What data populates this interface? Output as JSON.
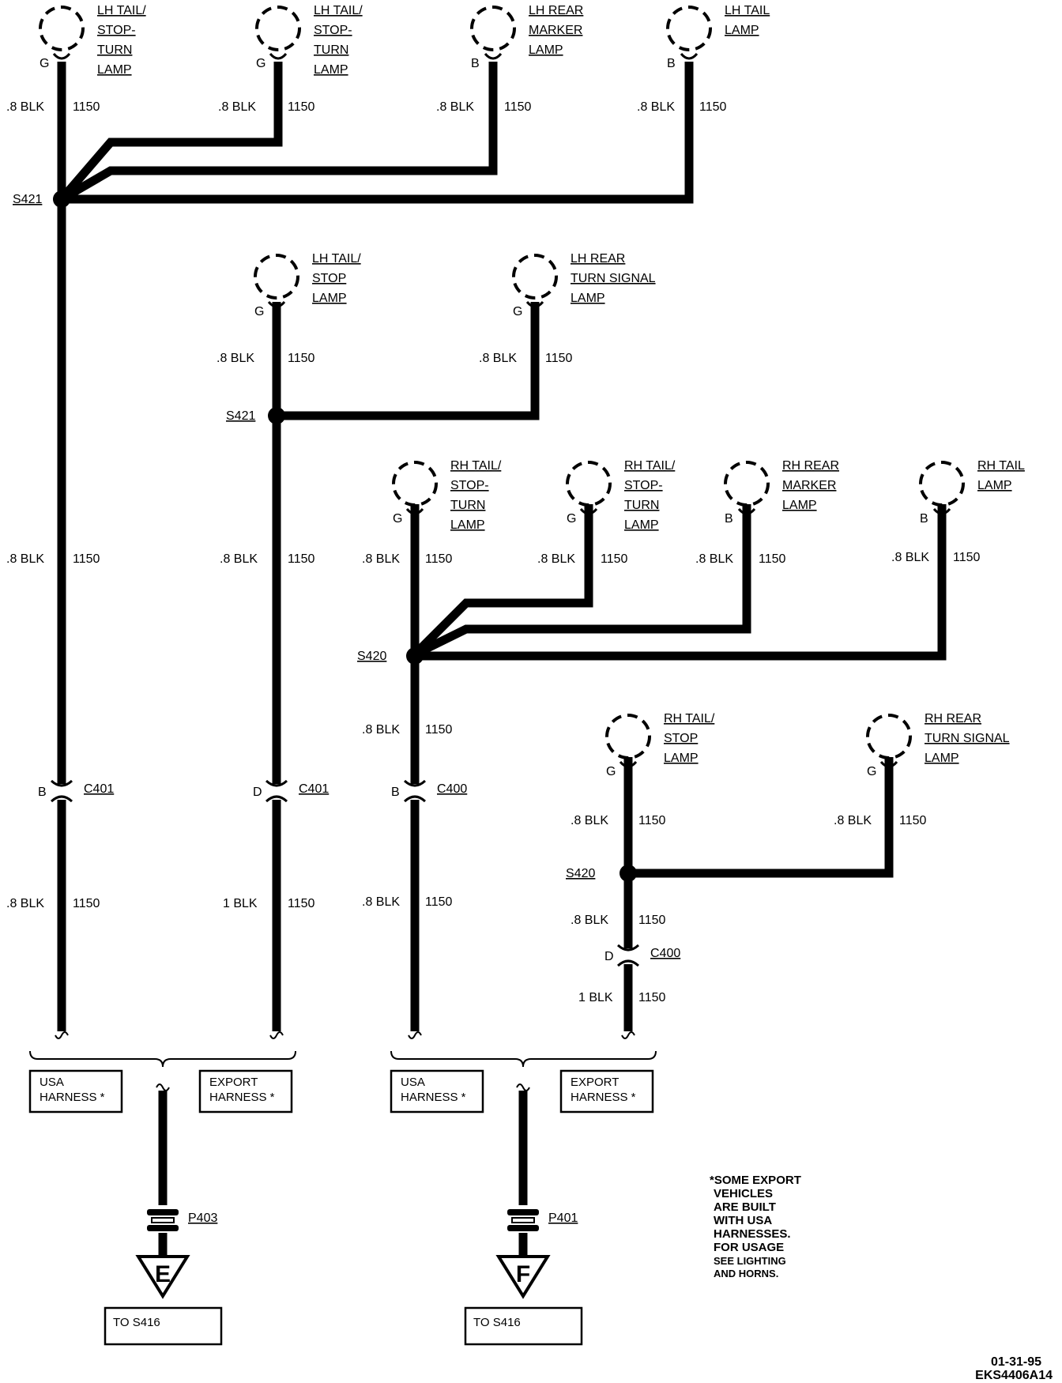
{
  "wire": {
    "gauge_08": ".8 BLK",
    "gauge_1": "1 BLK",
    "circuit": "1150"
  },
  "lamps": [
    {
      "id": "lh1",
      "label": [
        "LH TAIL/",
        "STOP-",
        "TURN",
        "LAMP"
      ],
      "pin": "G"
    },
    {
      "id": "lh2",
      "label": [
        "LH TAIL/",
        "STOP-",
        "TURN",
        "LAMP"
      ],
      "pin": "G"
    },
    {
      "id": "lh3",
      "label": [
        "LH REAR",
        "MARKER",
        "LAMP"
      ],
      "pin": "B"
    },
    {
      "id": "lh4",
      "label": [
        "LH TAIL",
        "LAMP"
      ],
      "pin": "B"
    },
    {
      "id": "lh5",
      "label": [
        "LH TAIL/",
        "STOP",
        "LAMP"
      ],
      "pin": "G"
    },
    {
      "id": "lh6",
      "label": [
        "LH REAR",
        "TURN SIGNAL",
        "LAMP"
      ],
      "pin": "G"
    },
    {
      "id": "rh1",
      "label": [
        "RH TAIL/",
        "STOP-",
        "TURN",
        "LAMP"
      ],
      "pin": "G"
    },
    {
      "id": "rh2",
      "label": [
        "RH TAIL/",
        "STOP-",
        "TURN",
        "LAMP"
      ],
      "pin": "G"
    },
    {
      "id": "rh3",
      "label": [
        "RH REAR",
        "MARKER",
        "LAMP"
      ],
      "pin": "B"
    },
    {
      "id": "rh4",
      "label": [
        "RH TAIL",
        "LAMP"
      ],
      "pin": "B"
    },
    {
      "id": "rh5",
      "label": [
        "RH TAIL/",
        "STOP",
        "LAMP"
      ],
      "pin": "G"
    },
    {
      "id": "rh6",
      "label": [
        "RH REAR",
        "TURN SIGNAL",
        "LAMP"
      ],
      "pin": "G"
    }
  ],
  "splices": {
    "s421": "S421",
    "s420": "S420"
  },
  "connectors": {
    "c401_b": {
      "name": "C401",
      "pin": "B"
    },
    "c401_d": {
      "name": "C401",
      "pin": "D"
    },
    "c400_b": {
      "name": "C400",
      "pin": "B"
    },
    "c400_d": {
      "name": "C400",
      "pin": "D"
    }
  },
  "harness": {
    "usa": [
      "USA",
      "HARNESS *"
    ],
    "export": [
      "EXPORT",
      "HARNESS *"
    ]
  },
  "grounds": [
    {
      "pin": "P403",
      "letter": "E",
      "dest": "TO S416"
    },
    {
      "pin": "P401",
      "letter": "F",
      "dest": "TO S416"
    }
  ],
  "note": [
    "*SOME EXPORT",
    "VEHICLES",
    "ARE BUILT",
    "WITH USA",
    "HARNESSES.",
    "FOR USAGE",
    "SEE LIGHTING",
    "AND HORNS."
  ],
  "footer": {
    "date": "01-31-95",
    "code": "EKS4406A14"
  }
}
